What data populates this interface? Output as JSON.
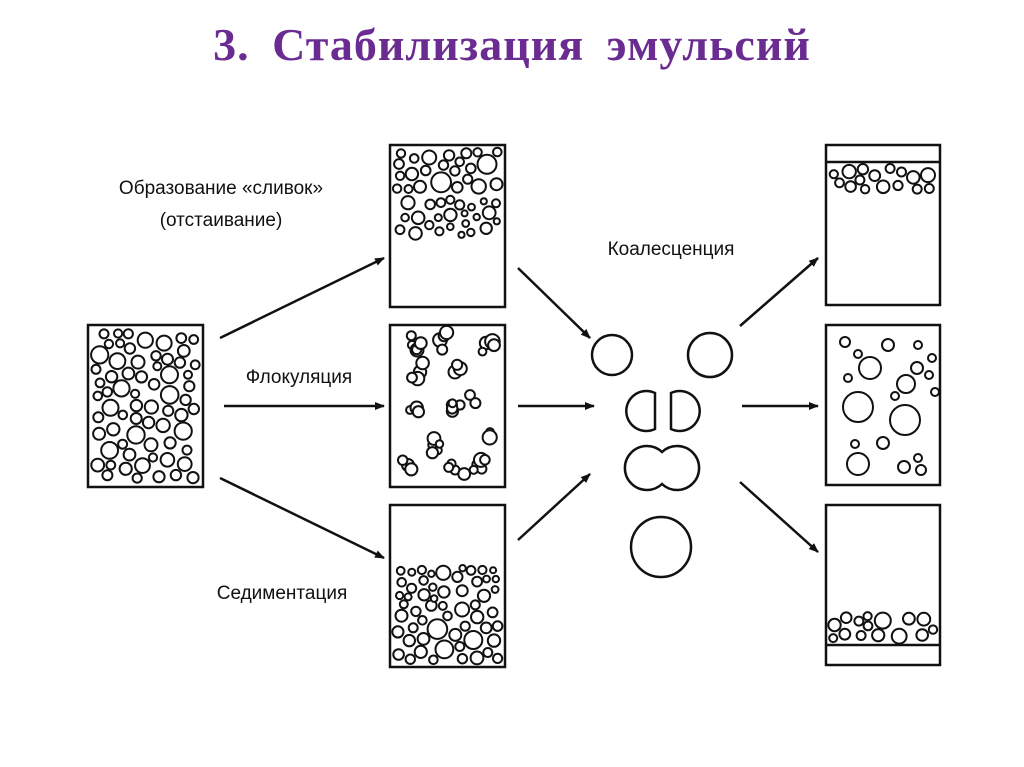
{
  "title": "3. Стабилизация  эмульсий",
  "colors": {
    "title": "#6b2c91",
    "ink": "#111111",
    "background": "#ffffff"
  },
  "labels": {
    "creaming_line1": "Образование «сливок»",
    "creaming_line2": "(отстаивание)",
    "flocculation": "Флокуляция",
    "sedimentation": "Седиментация",
    "coalescence": "Коалесценция"
  }
}
